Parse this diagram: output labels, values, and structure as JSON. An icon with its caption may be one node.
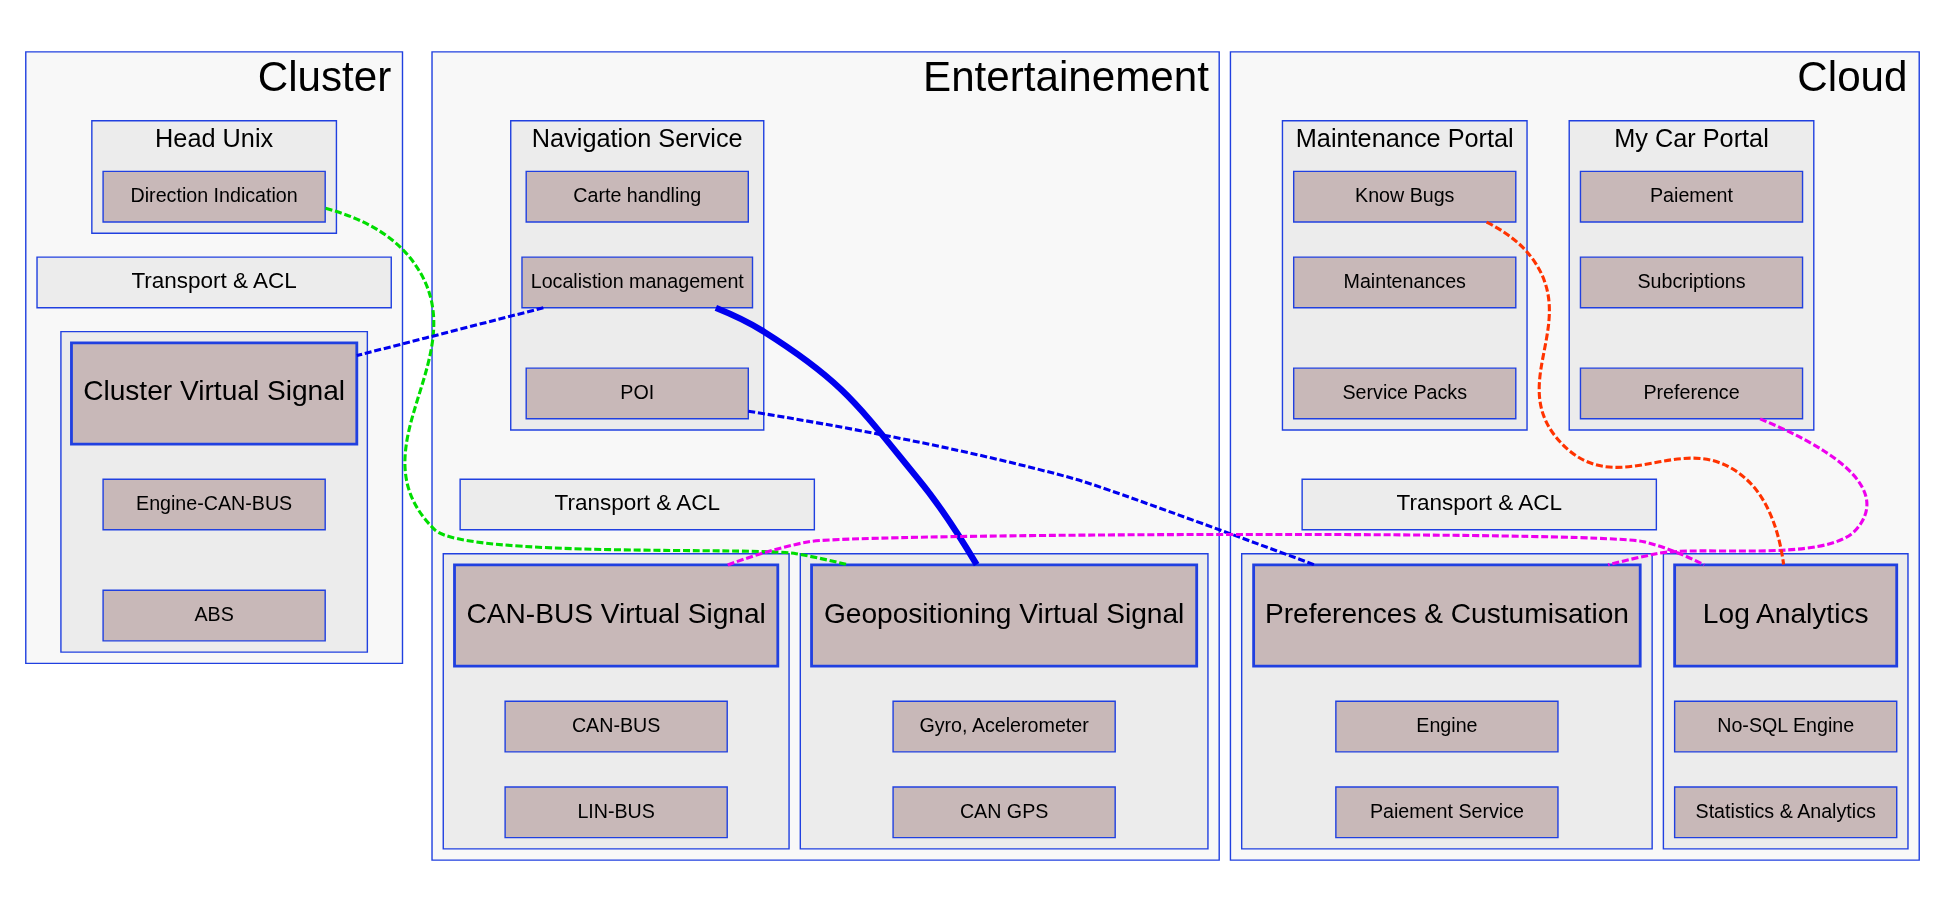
{
  "diagram": {
    "nodes": [
      {
        "text": [
          "Cluster"
        ]
      },
      {
        "text": [
          "Head Unix"
        ],
        "in": 0
      },
      {
        "text": [
          "Direction Indication"
        ],
        "in": 1
      },
      {
        "text": [
          "Transport & ACL"
        ],
        "in": 0
      },
      {
        "text": [],
        "shape": "box",
        "in": 0
      },
      {
        "text": [
          "Cluster Virtual Signal"
        ],
        "in": 4
      },
      {
        "text": [
          "Engine-CAN-BUS"
        ],
        "in": 4
      },
      {
        "text": [
          "ABS"
        ],
        "in": 4
      },
      {
        "text": [
          "Entertainement"
        ]
      },
      {
        "text": [
          "Navigation Service"
        ],
        "in": 8
      },
      {
        "text": [
          "Carte handling"
        ],
        "in": 9
      },
      {
        "text": [
          "Localistion management"
        ],
        "in": 9
      },
      {
        "text": [
          "POI"
        ],
        "in": 9
      },
      {
        "text": [
          "Transport & ACL"
        ],
        "in": 8
      },
      {
        "text": [],
        "shape": "box",
        "in": 8
      },
      {
        "text": [
          "CAN-BUS Virtual Signal"
        ],
        "in": 14
      },
      {
        "text": [
          "CAN-BUS"
        ],
        "in": 14
      },
      {
        "text": [
          "LIN-BUS"
        ],
        "in": 14
      },
      {
        "text": [],
        "shape": "box",
        "in": 8
      },
      {
        "text": [
          "Geopositioning Virtual Signal"
        ],
        "in": 18
      },
      {
        "text": [
          "Gyro, Acelerometer"
        ],
        "in": 18
      },
      {
        "text": [
          "CAN GPS"
        ],
        "in": 18
      },
      {
        "text": [
          "Cloud"
        ]
      },
      {
        "text": [
          "My Car Portal"
        ],
        "in": 22
      },
      {
        "text": [
          "Paiement"
        ],
        "in": 23
      },
      {
        "text": [
          "Subcriptions"
        ],
        "in": 23
      },
      {
        "text": [
          "Preference"
        ],
        "in": 23
      },
      {
        "text": [
          "Maintenance Portal"
        ],
        "in": 22
      },
      {
        "text": [
          "Know Bugs"
        ],
        "in": 27
      },
      {
        "text": [
          "Maintenances"
        ],
        "in": 27
      },
      {
        "text": [
          "Service Packs"
        ],
        "in": 27
      },
      {
        "text": [
          "Transport & ACL"
        ],
        "in": 22
      },
      {
        "text": [],
        "shape": "box",
        "in": 22
      },
      {
        "text": [
          "Preferences & Custumisation"
        ],
        "in": 32
      },
      {
        "text": [
          "Engine"
        ],
        "in": 32
      },
      {
        "text": [
          "Paiement Service"
        ],
        "in": 32
      },
      {
        "text": [],
        "shape": "box",
        "in": 22
      },
      {
        "text": [
          "Log Analytics"
        ],
        "in": 36
      },
      {
        "text": [
          "No-SQL Engine"
        ],
        "in": 36
      },
      {
        "text": [
          "Statistics & Analytics"
        ],
        "in": 36
      }
    ],
    "edges": [
      {
        "from": 2,
        "to": 19,
        "arrow": "none",
        "style": "dashed",
        "color": "#00dd00"
      },
      {
        "from": 11,
        "to": 5,
        "arrow": "none",
        "style": "dashed",
        "color": "#0000ee"
      },
      {
        "from": 11,
        "to": 19,
        "arrow": "none",
        "style": "thick",
        "color": "#0000ee"
      },
      {
        "from": 12,
        "to": 33,
        "arrow": "none",
        "style": "dashed",
        "color": "#0000ee"
      },
      {
        "from": 15,
        "to": 37,
        "arrow": "none",
        "style": "dashed",
        "color": "#ee00ee"
      },
      {
        "from": 26,
        "to": 33,
        "arrow": "none",
        "style": "dashed",
        "color": "#ee00ee"
      },
      {
        "from": 28,
        "to": 37,
        "arrow": "none",
        "style": "dashed",
        "color": "#ff3300"
      }
    ]
  }
}
